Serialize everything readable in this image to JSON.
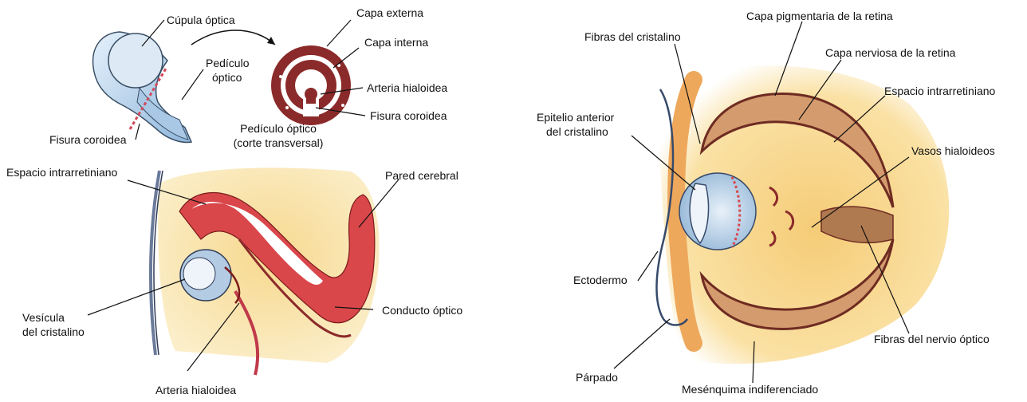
{
  "colors": {
    "yellow_light": "#fbeec9",
    "yellow_mid": "#f6d27d",
    "orange": "#eea85c",
    "red_tissue": "#d9474b",
    "dark_red": "#8b2a2a",
    "brown": "#6e2b22",
    "retina_tan": "#d49c6e",
    "lens_blue": "#b9d3ea",
    "ink": "#111111"
  },
  "labels": {
    "cupula_optica": "Cúpula óptica",
    "pediculo_optico": [
      "Pedículo",
      "óptico"
    ],
    "fisura_coroidea_left": "Fisura coroidea",
    "capa_externa": "Capa externa",
    "capa_interna": "Capa interna",
    "arteria_hialoidea_top": "Arteria hialoidea",
    "fisura_coroidea_top": "Fisura coroidea",
    "pediculo_corte": [
      "Pedículo óptico",
      "(corte transversal)"
    ],
    "espacio_intrarretiniano_left": "Espacio intrarretiniano",
    "pared_cerebral": "Pared cerebral",
    "vesicula_cristalino": [
      "Vesícula",
      "del cristalino"
    ],
    "conducto_optico": "Conducto óptico",
    "arteria_hialoidea_bottom": "Arteria hialoidea",
    "fibras_cristalino": "Fibras del cristalino",
    "capa_pigmentaria": "Capa pigmentaria de la retina",
    "capa_nerviosa": "Capa nerviosa de la retina",
    "espacio_intrarretiniano_right": "Espacio intrarretiniano",
    "epitelio_anterior": [
      "Epitelio anterior",
      "del cristalino"
    ],
    "vasos_hialoideos": "Vasos hialoideos",
    "ectodermo": "Ectodermo",
    "fibras_nervio_optico": "Fibras del nervio óptico",
    "parpado": "Párpado",
    "mesenquima": "Mesénquima indiferenciado"
  }
}
